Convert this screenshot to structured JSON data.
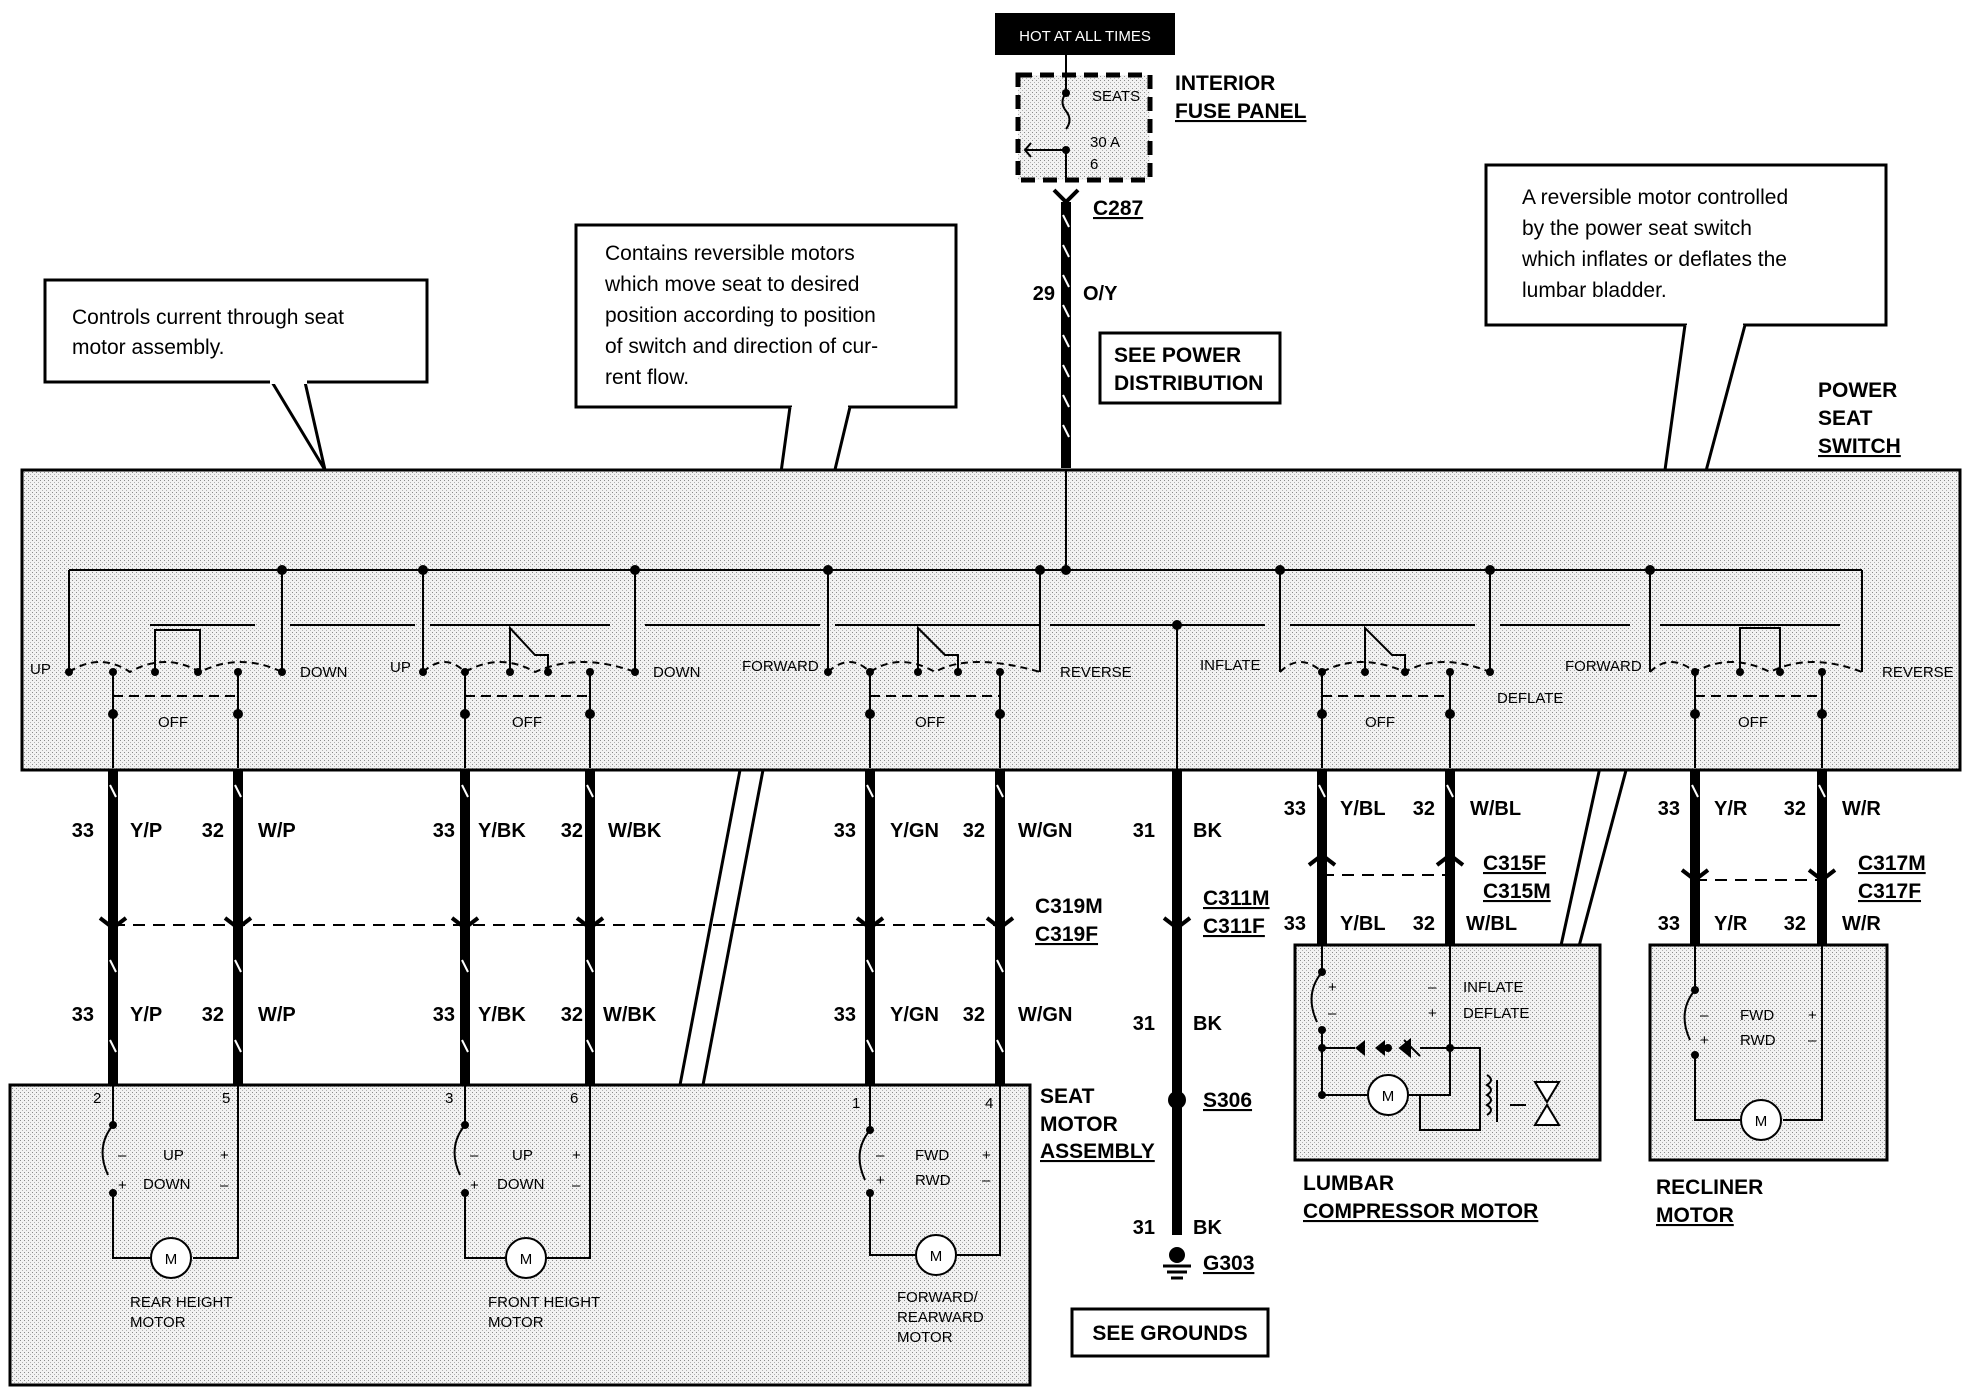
{
  "power": {
    "hot_label": "HOT AT ALL TIMES",
    "fuse_panel": [
      "INTERIOR",
      "FUSE PANEL"
    ],
    "fuse_name": "SEATS",
    "fuse_rating": "30 A",
    "fuse_number": "6",
    "connector": "C287",
    "wire_num": "29",
    "wire_color": "O/Y",
    "see_box": [
      "SEE POWER",
      "DISTRIBUTION"
    ]
  },
  "notes": {
    "switch_note": [
      "Controls current through seat",
      "motor assembly."
    ],
    "motors_note": [
      "Contains reversible motors",
      "which move seat to desired",
      "position according to position",
      "of switch and  direction of cur-",
      "rent flow."
    ],
    "lumbar_note": [
      "A reversible motor controlled",
      "by the power seat switch",
      "which inflates or deflates the",
      "lumbar bladder."
    ]
  },
  "switch_box": {
    "title": [
      "POWER",
      "SEAT",
      "SWITCH"
    ],
    "off_label": "OFF",
    "groups": [
      {
        "left": "UP",
        "right": "DOWN"
      },
      {
        "left": "UP",
        "right": "DOWN"
      },
      {
        "left": "FORWARD",
        "right": "REVERSE"
      },
      {
        "left": "INFLATE",
        "right": "DEFLATE"
      },
      {
        "left": "FORWARD",
        "right": "REVERSE"
      }
    ]
  },
  "wires_upper": [
    {
      "num": "33",
      "color": "Y/P"
    },
    {
      "num": "32",
      "color": "W/P"
    },
    {
      "num": "33",
      "color": "Y/BK"
    },
    {
      "num": "32",
      "color": "W/BK"
    },
    {
      "num": "33",
      "color": "Y/GN"
    },
    {
      "num": "32",
      "color": "W/GN"
    },
    {
      "num": "31",
      "color": "BK"
    },
    {
      "num": "33",
      "color": "Y/BL"
    },
    {
      "num": "32",
      "color": "W/BL"
    },
    {
      "num": "33",
      "color": "Y/R"
    },
    {
      "num": "32",
      "color": "W/R"
    }
  ],
  "wires_lower": [
    {
      "num": "33",
      "color": "Y/P"
    },
    {
      "num": "32",
      "color": "W/P"
    },
    {
      "num": "33",
      "color": "Y/BK"
    },
    {
      "num": "32",
      "color": "W/BK"
    },
    {
      "num": "33",
      "color": "Y/GN"
    },
    {
      "num": "32",
      "color": "W/GN"
    },
    {
      "num": "31",
      "color": "BK"
    },
    {
      "num": "33",
      "color": "Y/BL"
    },
    {
      "num": "32",
      "color": "W/BL"
    },
    {
      "num": "33",
      "color": "Y/R"
    },
    {
      "num": "32",
      "color": "W/R"
    }
  ],
  "connectors": {
    "c319": [
      "C319M",
      "C319F"
    ],
    "c311": [
      "C311M",
      "C311F"
    ],
    "c315": [
      "C315F",
      "C315M"
    ],
    "c317": [
      "C317M",
      "C317F"
    ]
  },
  "ground": {
    "wire_num": "31",
    "wire_color": "BK",
    "wire2_num": "31",
    "wire2_color": "BK",
    "splice": "S306",
    "ground_name": "G303",
    "see_box": "SEE GROUNDS"
  },
  "seat_motor": {
    "title": [
      "SEAT",
      "MOTOR",
      "ASSEMBLY"
    ],
    "motors": [
      {
        "pins": [
          "2",
          "5"
        ],
        "labels": [
          "UP",
          "DOWN"
        ],
        "name": [
          "REAR HEIGHT",
          "MOTOR"
        ]
      },
      {
        "pins": [
          "3",
          "6"
        ],
        "labels": [
          "UP",
          "DOWN"
        ],
        "name": [
          "FRONT  HEIGHT",
          "MOTOR"
        ]
      },
      {
        "pins": [
          "1",
          "4"
        ],
        "labels": [
          "FWD",
          "RWD"
        ],
        "name": [
          "FORWARD/",
          "REARWARD",
          "MOTOR"
        ]
      }
    ]
  },
  "lumbar": {
    "labels": [
      "INFLATE",
      "DEFLATE"
    ],
    "title": [
      "LUMBAR",
      "COMPRESSOR MOTOR"
    ]
  },
  "recliner": {
    "labels": [
      "FWD",
      "RWD"
    ],
    "title": [
      "RECLINER",
      "MOTOR"
    ]
  },
  "motor_symbol": "M",
  "colors": {
    "ink": "#000000",
    "box_fill": "#ececec",
    "paper": "#ffffff"
  }
}
